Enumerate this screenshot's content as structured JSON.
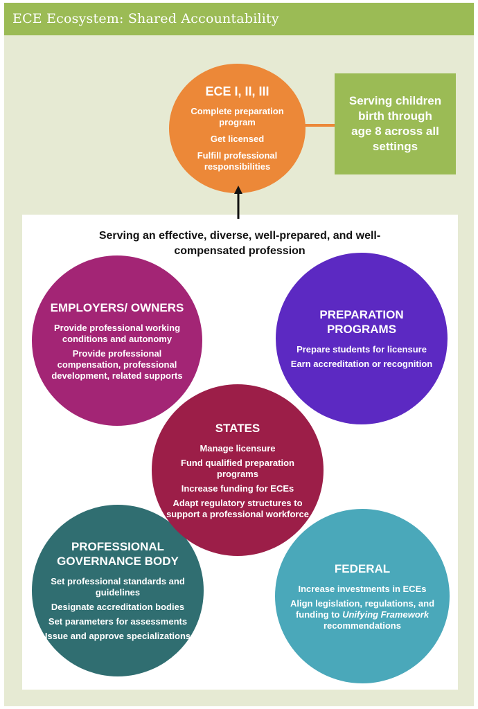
{
  "header": {
    "title": "ECE Ecosystem: Shared Accountability"
  },
  "ece": {
    "title": "ECE I, II, III",
    "items": [
      "Complete preparation program",
      "Get licensed",
      "Fulfill professional responsibilities"
    ]
  },
  "serving": {
    "text": "Serving children birth through age 8 across all settings"
  },
  "panel": {
    "heading": "Serving an effective, diverse, well-prepared, and well-compensated profession"
  },
  "employers": {
    "title": "EMPLOYERS/ OWNERS",
    "items": [
      "Provide professional working conditions and autonomy",
      "Provide professional compensation, professional development, related supports"
    ]
  },
  "preparation": {
    "title": "PREPARATION PROGRAMS",
    "items": [
      "Prepare students for licensure",
      "Earn accreditation or recognition"
    ]
  },
  "states": {
    "title": "STATES",
    "items": [
      "Manage licensure",
      "Fund qualified preparation programs",
      "Increase funding for ECEs",
      "Adapt regulatory structures to support a professional workforce"
    ]
  },
  "governance": {
    "title": "PROFESSIONAL GOVERNANCE BODY",
    "items": [
      "Set professional standards and guidelines",
      "Designate accreditation bodies",
      "Set parameters for assessments",
      "Issue and approve specializations"
    ]
  },
  "federal": {
    "title": "FEDERAL",
    "items": [
      "Increase investments in ECEs"
    ],
    "item2": {
      "before": "Align legislation, regulations, and funding to ",
      "emphasis": "Unifying Framework",
      "after": " recommendations"
    }
  },
  "colors": {
    "header_green": "#9bbb55",
    "ece_orange": "#ec8838",
    "employers_magenta": "#a32575",
    "preparation_purple": "#5c29c2",
    "states_crimson": "#9c1e48",
    "governance_teal": "#306e71",
    "federal_blue": "#4aa8ba"
  }
}
